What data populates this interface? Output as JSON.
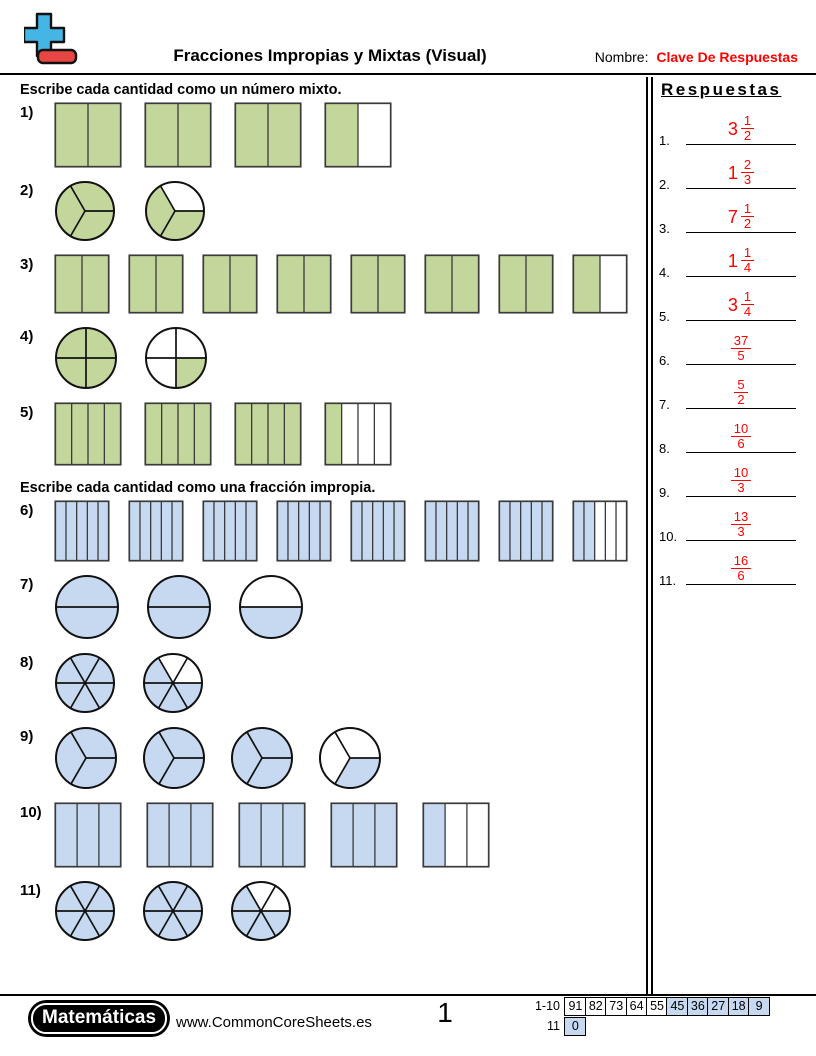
{
  "header": {
    "title": "Fracciones Impropias y Mixtas (Visual)",
    "name_label": "Nombre:",
    "name_value": "Clave De Respuestas"
  },
  "sections": [
    {
      "instruction": "Escribe cada cantidad como un número mixto."
    },
    {
      "instruction": "Escribe cada cantidad como una fracción impropia."
    }
  ],
  "problems": [
    {
      "label": "1)",
      "section": 0,
      "shape": "rect",
      "divisions": 2,
      "units": [
        2,
        2,
        2,
        1
      ],
      "unit_w": 68,
      "unit_h": 66,
      "gap": 22,
      "color_key": "green"
    },
    {
      "label": "2)",
      "section": 0,
      "shape": "circle",
      "divisions": 3,
      "units": [
        3,
        2
      ],
      "unit_w": 62,
      "unit_h": 62,
      "gap": 28,
      "color_key": "green"
    },
    {
      "label": "3)",
      "section": 0,
      "shape": "rect",
      "divisions": 2,
      "units": [
        2,
        2,
        2,
        2,
        2,
        2,
        2,
        1
      ],
      "unit_w": 56,
      "unit_h": 60,
      "gap": 18,
      "color_key": "green"
    },
    {
      "label": "4)",
      "section": 0,
      "shape": "circle",
      "divisions": 4,
      "units": [
        4,
        1
      ],
      "unit_w": 64,
      "unit_h": 64,
      "gap": 26,
      "color_key": "green"
    },
    {
      "label": "5)",
      "section": 0,
      "shape": "rect",
      "divisions": 4,
      "units": [
        4,
        4,
        4,
        1
      ],
      "unit_w": 68,
      "unit_h": 64,
      "gap": 22,
      "color_key": "green"
    },
    {
      "label": "6)",
      "section": 1,
      "shape": "rect",
      "divisions": 5,
      "units": [
        5,
        5,
        5,
        5,
        5,
        5,
        5,
        2
      ],
      "unit_w": 56,
      "unit_h": 62,
      "gap": 18,
      "color_key": "blue"
    },
    {
      "label": "7)",
      "section": 1,
      "shape": "circle",
      "divisions": 2,
      "units": [
        2,
        2,
        1
      ],
      "unit_w": 66,
      "unit_h": 66,
      "gap": 26,
      "color_key": "blue"
    },
    {
      "label": "8)",
      "section": 1,
      "shape": "circle",
      "divisions": 6,
      "units": [
        6,
        4
      ],
      "unit_w": 62,
      "unit_h": 62,
      "gap": 26,
      "color_key": "blue"
    },
    {
      "label": "9)",
      "section": 1,
      "shape": "circle",
      "divisions": 3,
      "units": [
        3,
        3,
        3,
        1
      ],
      "unit_w": 64,
      "unit_h": 64,
      "gap": 24,
      "color_key": "blue"
    },
    {
      "label": "10)",
      "section": 1,
      "shape": "rect",
      "divisions": 3,
      "units": [
        3,
        3,
        3,
        3,
        1
      ],
      "unit_w": 68,
      "unit_h": 66,
      "gap": 24,
      "color_key": "blue"
    },
    {
      "label": "11)",
      "section": 1,
      "shape": "circle",
      "divisions": 6,
      "units": [
        6,
        6,
        4
      ],
      "unit_w": 62,
      "unit_h": 62,
      "gap": 26,
      "color_key": "blue"
    }
  ],
  "answers": {
    "heading": "Respuestas",
    "items": [
      {
        "label": "1.",
        "whole": "3",
        "num": "1",
        "den": "2"
      },
      {
        "label": "2.",
        "whole": "1",
        "num": "2",
        "den": "3"
      },
      {
        "label": "3.",
        "whole": "7",
        "num": "1",
        "den": "2"
      },
      {
        "label": "4.",
        "whole": "1",
        "num": "1",
        "den": "4"
      },
      {
        "label": "5.",
        "whole": "3",
        "num": "1",
        "den": "4"
      },
      {
        "label": "6.",
        "whole": "",
        "num": "37",
        "den": "5"
      },
      {
        "label": "7.",
        "whole": "",
        "num": "5",
        "den": "2"
      },
      {
        "label": "8.",
        "whole": "",
        "num": "10",
        "den": "6"
      },
      {
        "label": "9.",
        "whole": "",
        "num": "10",
        "den": "3"
      },
      {
        "label": "10.",
        "whole": "",
        "num": "13",
        "den": "3"
      },
      {
        "label": "11.",
        "whole": "",
        "num": "16",
        "den": "6"
      }
    ]
  },
  "footer": {
    "brand": "Matemáticas",
    "website": "www.CommonCoreSheets.es",
    "page_number": "1",
    "score_table": {
      "row1_label": "1-10",
      "row1_values": [
        "91",
        "82",
        "73",
        "64",
        "55",
        "45",
        "36",
        "27",
        "18",
        "9"
      ],
      "row1_highlight_from": 5,
      "row2_label": "11",
      "row2_values": [
        "0"
      ]
    }
  },
  "colors": {
    "green": "#c3d69b",
    "blue": "#c6d9f1",
    "answer_red": "#fe0000",
    "score_highlight": "#c6d9f1",
    "logo_plus": "#45b5e5",
    "logo_minus": "#e84545"
  }
}
